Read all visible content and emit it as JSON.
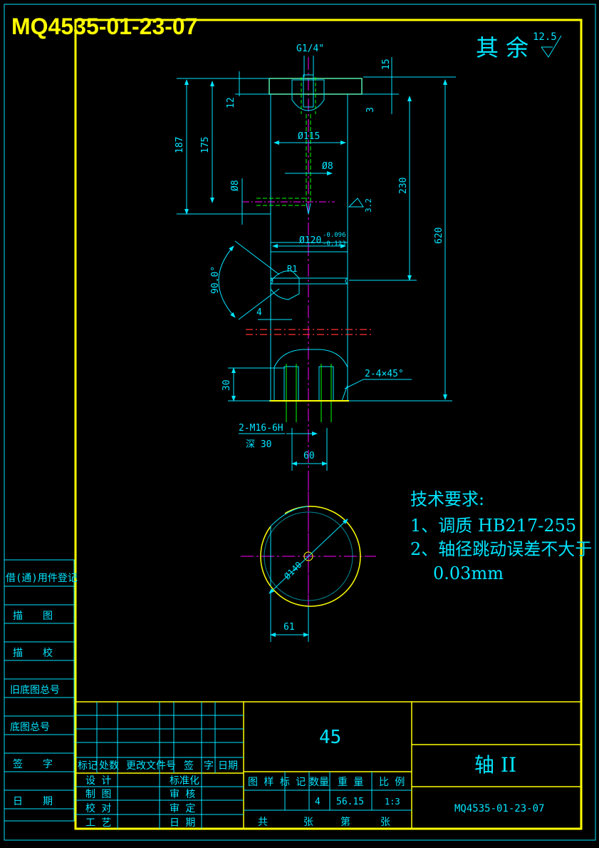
{
  "header": {
    "drawing_code": "MQ4535-01-23-07"
  },
  "surface_finish": {
    "label": "其 余",
    "value": "12.5"
  },
  "dimensions": {
    "thread_top": "G1/4\"",
    "d15": "15",
    "d12": "12",
    "d3": "3",
    "d187": "187",
    "d175": "175",
    "dia115": "Ø115",
    "dia8a": "Ø8",
    "dia8b": "Ø8",
    "d230": "230",
    "roughness": "3.2",
    "d620": "620",
    "dia120": "Ø120",
    "tol_upper": "-0.096",
    "tol_lower": "-0.123",
    "angle": "90.0°",
    "radius": "R1",
    "d4": "4",
    "d30": "30",
    "chamfer": "2-4×45°",
    "thread_holes": "2-M16-6H",
    "depth": "深 30",
    "d60": "60",
    "dia140": "Ø140",
    "d61": "61"
  },
  "tech_requirements": {
    "title": "技术要求:",
    "item1": "1、调质 HB217-255",
    "item2": "2、轴径跳动误差不大于",
    "item2b": "0.03mm"
  },
  "side_panel": [
    "借(通)用件登记",
    "描　　图",
    "描　　校",
    "旧底图总号",
    "底图总号",
    "签　　字",
    "日　　期"
  ],
  "title_block": {
    "material": "45",
    "part_name": "轴 II",
    "drawing_no": "MQ4535-01-23-07",
    "rev_header": [
      "标记",
      "处数",
      "更改文件号",
      "签　字",
      "日期"
    ],
    "left_labels": [
      "设 计",
      "制 图",
      "校 对",
      "工 艺"
    ],
    "right_labels": [
      "标准化",
      "审 核",
      "审 定",
      "日 期"
    ],
    "col_headers": [
      "图 样 标 记",
      "数量",
      "重 量",
      "比 例"
    ],
    "quantity": "4",
    "weight": "56.15",
    "scale": "1:3",
    "sheet": [
      "共",
      "张",
      "第",
      "张"
    ]
  }
}
